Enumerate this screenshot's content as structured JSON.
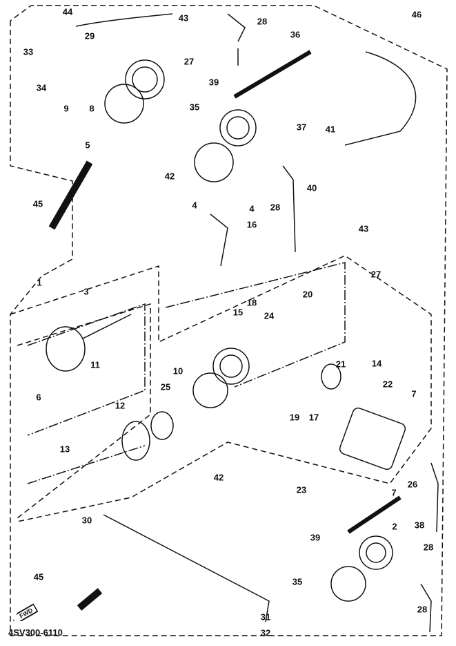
{
  "diagram_code": "4SV300-6110",
  "fwd_arrow_text": "FWD",
  "labels": [
    "44",
    "33",
    "29",
    "34",
    "9",
    "8",
    "5",
    "43",
    "27",
    "28",
    "36",
    "46",
    "39",
    "35",
    "37",
    "41",
    "42",
    "4",
    "40",
    "28",
    "4",
    "16",
    "45",
    "43",
    "27",
    "1",
    "3",
    "18",
    "15",
    "20",
    "24",
    "11",
    "6",
    "10",
    "25",
    "14",
    "21",
    "22",
    "12",
    "7",
    "19",
    "17",
    "13",
    "23",
    "26",
    "7",
    "42",
    "2",
    "38",
    "39",
    "28",
    "30",
    "35",
    "28",
    "45",
    "31",
    "32"
  ],
  "colors": {
    "line": "#111111",
    "background": "#ffffff"
  }
}
